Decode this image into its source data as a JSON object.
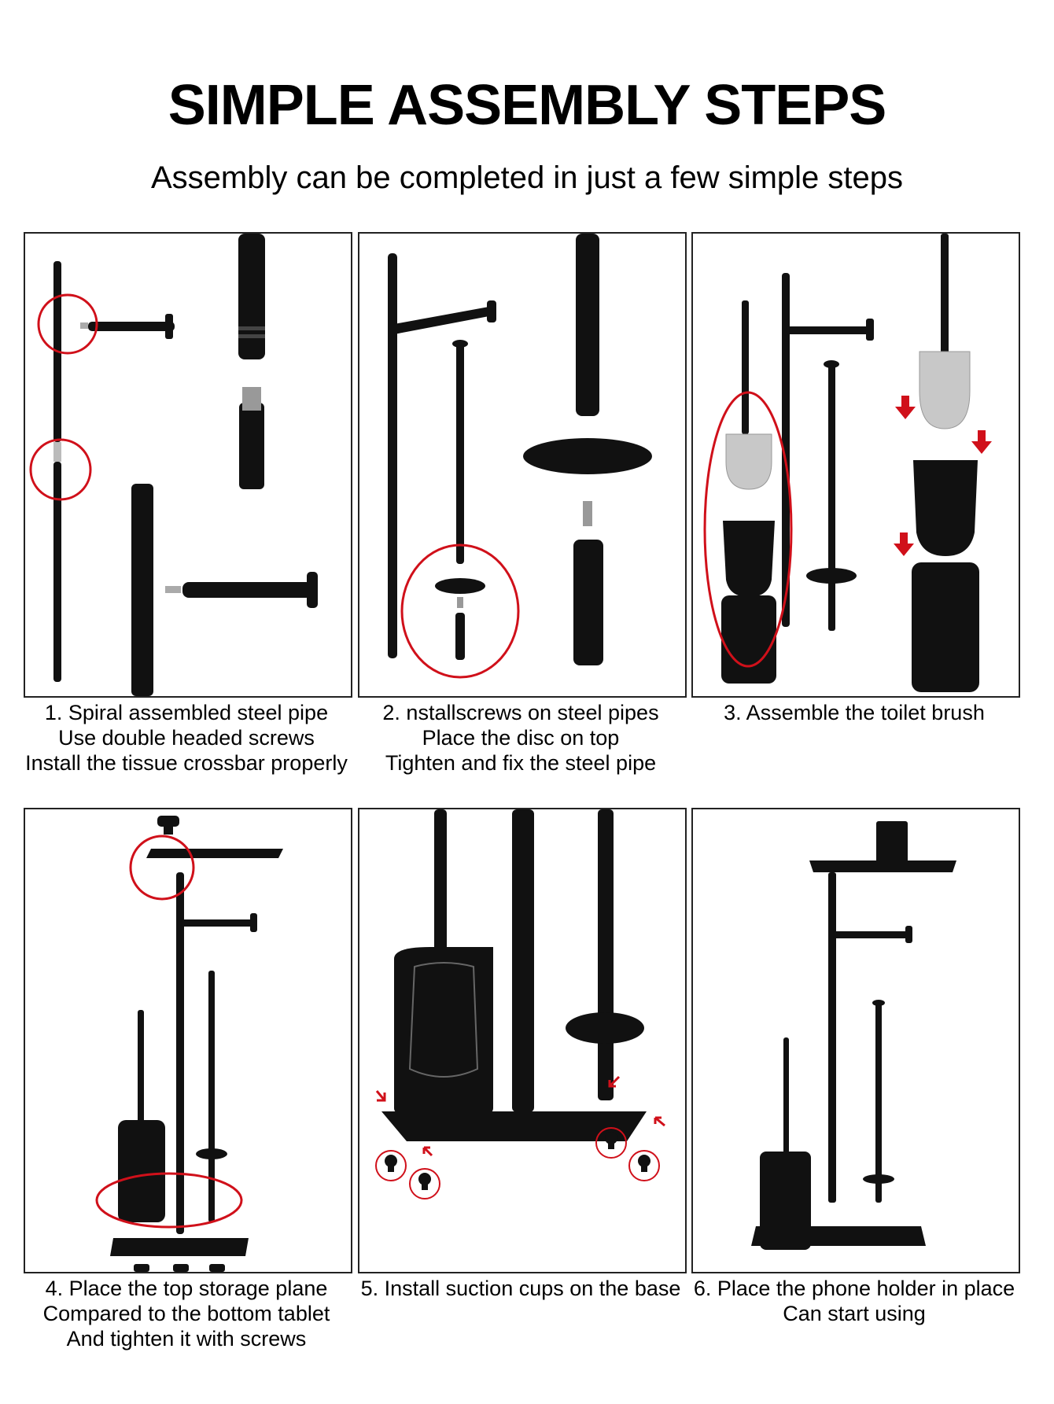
{
  "header": {
    "title": "SIMPLE ASSEMBLY STEPS",
    "subtitle": "Assembly can be completed in just a few simple steps"
  },
  "steps": [
    {
      "lines": [
        "1. Spiral assembled steel pipe",
        "Use double headed screws",
        "Install the tissue crossbar properly"
      ]
    },
    {
      "lines": [
        "2. nstallscrews on steel pipes",
        "Place the disc on top",
        "Tighten and fix the steel pipe"
      ]
    },
    {
      "lines": [
        "3. Assemble the toilet brush"
      ]
    },
    {
      "lines": [
        "4. Place the top storage plane",
        "Compared to the bottom tablet",
        "And tighten it with screws"
      ]
    },
    {
      "lines": [
        "5. Install suction cups on the base"
      ]
    },
    {
      "lines": [
        "6. Place the phone holder in place",
        "Can start using"
      ]
    }
  ],
  "colors": {
    "metal": "#111111",
    "highlight": "#d0101a",
    "brush": "#c8c8c8",
    "border": "#222222"
  },
  "icons": [
    "pipe-icon",
    "screw-icon",
    "disc-icon",
    "brush-icon",
    "cup-icon",
    "suction-cup-icon",
    "arrow-icon",
    "highlight-circle-icon"
  ]
}
